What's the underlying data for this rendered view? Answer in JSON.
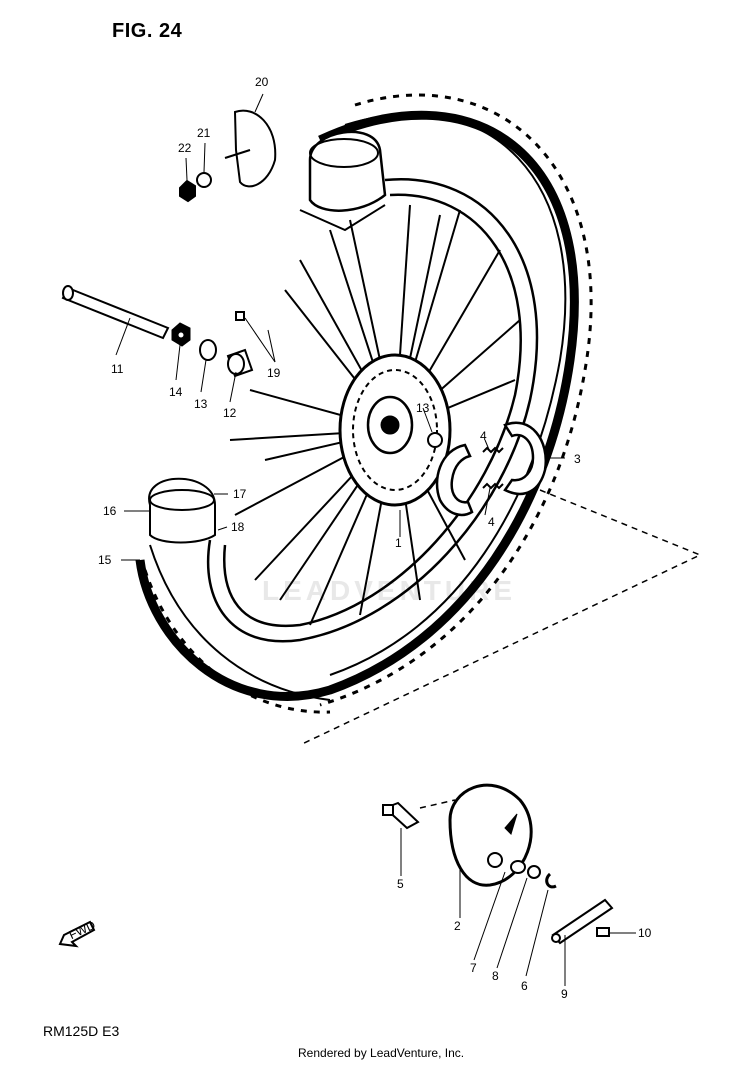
{
  "figure_title": "FIG. 24",
  "model_code": "RM125D E3",
  "credit": "Rendered by LeadVenture, Inc.",
  "watermark": "LEADVENTURE",
  "fwd_label": "FWD",
  "callouts": [
    {
      "id": "c1",
      "text": "1"
    },
    {
      "id": "c2",
      "text": "2"
    },
    {
      "id": "c3",
      "text": "3"
    },
    {
      "id": "c4a",
      "text": "4"
    },
    {
      "id": "c4b",
      "text": "4"
    },
    {
      "id": "c5",
      "text": "5"
    },
    {
      "id": "c6",
      "text": "6"
    },
    {
      "id": "c7",
      "text": "7"
    },
    {
      "id": "c8",
      "text": "8"
    },
    {
      "id": "c9",
      "text": "9"
    },
    {
      "id": "c10",
      "text": "10"
    },
    {
      "id": "c11",
      "text": "11"
    },
    {
      "id": "c12",
      "text": "12"
    },
    {
      "id": "c13a",
      "text": "13"
    },
    {
      "id": "c13b",
      "text": "13"
    },
    {
      "id": "c14",
      "text": "14"
    },
    {
      "id": "c15",
      "text": "15"
    },
    {
      "id": "c16",
      "text": "16"
    },
    {
      "id": "c17",
      "text": "17"
    },
    {
      "id": "c18",
      "text": "18"
    },
    {
      "id": "c19",
      "text": "19"
    },
    {
      "id": "c20",
      "text": "20"
    },
    {
      "id": "c21",
      "text": "21"
    },
    {
      "id": "c22",
      "text": "22"
    }
  ]
}
